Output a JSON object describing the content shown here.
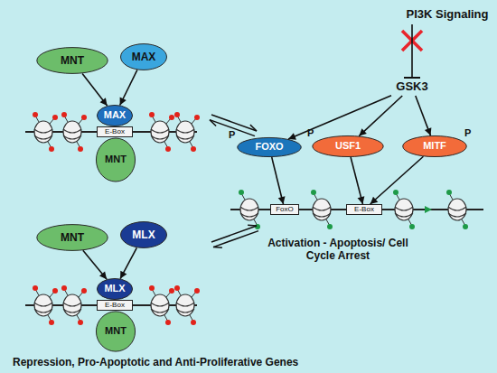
{
  "diagram": {
    "nodes": [
      {
        "text": [
          "PI3K Signaling"
        ]
      },
      {
        "text": [
          "MNT"
        ]
      },
      {
        "text": [
          "MAX"
        ]
      },
      {
        "text": [
          "GSK3"
        ]
      },
      {
        "text": [
          "MAX"
        ]
      },
      {
        "text": [
          "E-Box"
        ]
      },
      {
        "text": [
          "MNT"
        ]
      },
      {
        "text": [
          "FOXO"
        ]
      },
      {
        "text": [
          "USF1"
        ]
      },
      {
        "text": [
          "MITF"
        ]
      },
      {
        "text": [
          "FoxO"
        ]
      },
      {
        "text": [
          "E-Box"
        ]
      },
      {
        "text": [
          "MNT"
        ]
      },
      {
        "text": [
          "MLX"
        ]
      },
      {
        "text": [
          "MLX"
        ]
      },
      {
        "text": [
          "E-Box"
        ]
      },
      {
        "text": [
          "MNT"
        ]
      }
    ],
    "edges": [
      {
        "from": 0,
        "to": 3,
        "arrow": "to"
      },
      {
        "from": 1,
        "to": 4,
        "arrow": "to"
      },
      {
        "from": 2,
        "to": 4,
        "arrow": "to"
      },
      {
        "from": 3,
        "to": 7,
        "arrow": "to"
      },
      {
        "from": 3,
        "to": 8,
        "arrow": "to"
      },
      {
        "from": 3,
        "to": 9,
        "arrow": "to"
      },
      {
        "from": 7,
        "to": 10,
        "arrow": "to"
      },
      {
        "from": 8,
        "to": 11,
        "arrow": "to"
      },
      {
        "from": 9,
        "to": 11,
        "arrow": "to"
      },
      {
        "from": 12,
        "to": 14,
        "arrow": "to"
      },
      {
        "from": 13,
        "to": 14,
        "arrow": "to"
      }
    ],
    "labels": [
      "P",
      "P",
      "P",
      "Activation - Apoptosis/ Cell Cycle Arrest",
      "Repression, Pro-Apoptotic and Anti-Proliferative Genes"
    ]
  }
}
